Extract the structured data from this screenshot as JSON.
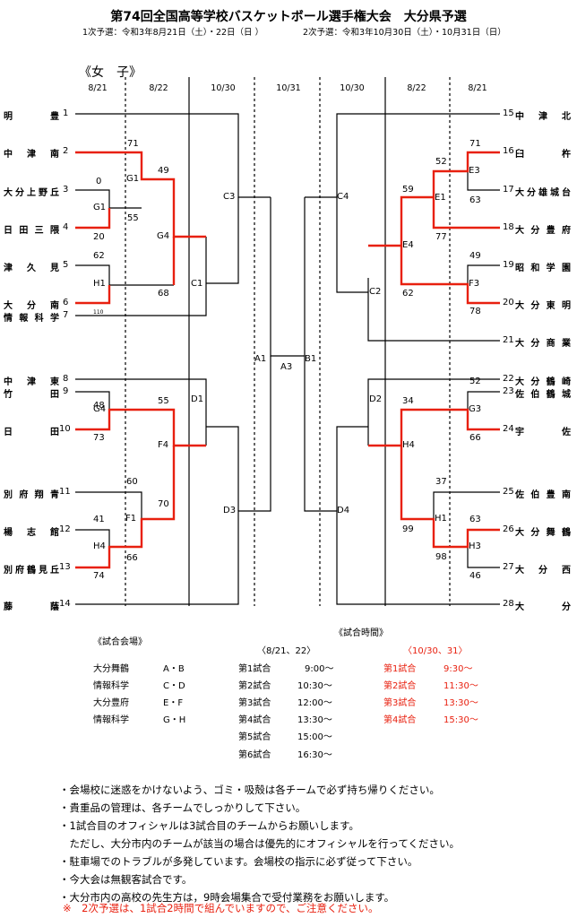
{
  "header": {
    "title": "第74回全国高等学校バスケットボール選手権大会　大分県予選",
    "sub1": "1次予選：令和3年8月21日（土）・22日（日 ）",
    "sub2": "2次予選：令和3年10月30日（土）・10月31日（日）",
    "section": "《女　子》"
  },
  "dates": [
    "8/21",
    "8/22",
    "10/30",
    "10/31",
    "10/30",
    "8/22",
    "8/21"
  ],
  "left_teams": [
    {
      "name": "明　豊",
      "seed": "1"
    },
    {
      "name": "中津南",
      "seed": "2"
    },
    {
      "name": "大分上野丘",
      "seed": "3"
    },
    {
      "name": "日田三隈",
      "seed": "4"
    },
    {
      "name": "津久見",
      "seed": "5"
    },
    {
      "name": "大分南",
      "seed": "6"
    },
    {
      "name": "情報科学",
      "seed": "7"
    },
    {
      "name": "中津東",
      "seed": "8"
    },
    {
      "name": "竹　田",
      "seed": "9"
    },
    {
      "name": "日　田",
      "seed": "10"
    },
    {
      "name": "別府翔青",
      "seed": "11"
    },
    {
      "name": "楊志館",
      "seed": "12"
    },
    {
      "name": "別府鶴見丘",
      "seed": "13"
    },
    {
      "name": "藤　蔭",
      "seed": "14"
    }
  ],
  "right_teams": [
    {
      "name": "中津北",
      "seed": "15"
    },
    {
      "name": "臼　杵",
      "seed": "16"
    },
    {
      "name": "大分雄城台",
      "seed": "17"
    },
    {
      "name": "大分豊府",
      "seed": "18"
    },
    {
      "name": "昭和学園",
      "seed": "19"
    },
    {
      "name": "大分東明",
      "seed": "20"
    },
    {
      "name": "大分商業",
      "seed": "21"
    },
    {
      "name": "大分鶴崎",
      "seed": "22"
    },
    {
      "name": "佐伯鶴城",
      "seed": "23"
    },
    {
      "name": "宇　佐",
      "seed": "24"
    },
    {
      "name": "佐伯豊南",
      "seed": "25"
    },
    {
      "name": "大分舞鶴",
      "seed": "26"
    },
    {
      "name": "大　分　西",
      "seed": "27"
    },
    {
      "name": "大　分",
      "seed": "28"
    }
  ],
  "game_labels": {
    "G1a": "G1",
    "G1b": "G1",
    "G4a": "G4",
    "G4b": "G4",
    "H1": "H1",
    "C1": "C1",
    "C3": "C3",
    "F4": "F4",
    "F1": "F1",
    "H4": "H4",
    "D1": "D1",
    "D3": "D3",
    "A1": "A1",
    "A3": "A3",
    "B1": "B1",
    "E3": "E3",
    "E1": "E1",
    "E4": "E4",
    "F3": "F3",
    "C2": "C2",
    "C4": "C4",
    "G3": "G3",
    "H4r": "H4",
    "H1r": "H1",
    "H3": "H3",
    "D2": "D2",
    "D4": "D4"
  },
  "scores": {
    "s71a": "71",
    "s49": "49",
    "s0": "0",
    "s55a": "55",
    "s20": "20",
    "s62a": "62",
    "s68": "68",
    "s110": "110",
    "s48": "48",
    "s55b": "55",
    "s73": "73",
    "s60": "60",
    "s70": "70",
    "s41": "41",
    "s66a": "66",
    "s74": "74",
    "s71b": "71",
    "s52a": "52",
    "s63a": "63",
    "s59": "59",
    "s77": "77",
    "s49b": "49",
    "s78": "78",
    "s62b": "62",
    "s52b": "52",
    "s34": "34",
    "s66b": "66",
    "s37": "37",
    "s63b": "63",
    "s99": "99",
    "s98": "98",
    "s46": "46"
  },
  "venues": {
    "heading": "《試合会場》",
    "rows": [
      {
        "place": "大分舞鶴",
        "courts": "A・B"
      },
      {
        "place": "情報科学",
        "courts": "C・D"
      },
      {
        "place": "大分豊府",
        "courts": "E・F"
      },
      {
        "place": "情報科学",
        "courts": "G・H"
      }
    ]
  },
  "times": {
    "heading": "《試合時間》",
    "col1_head": "〈8/21、22〉",
    "col1": [
      {
        "game": "第1試合",
        "time": "9:00〜"
      },
      {
        "game": "第2試合",
        "time": "10:30〜"
      },
      {
        "game": "第3試合",
        "time": "12:00〜"
      },
      {
        "game": "第4試合",
        "time": "13:30〜"
      },
      {
        "game": "第5試合",
        "time": "15:00〜"
      },
      {
        "game": "第6試合",
        "time": "16:30〜"
      }
    ],
    "col2_head": "〈10/30、31〉",
    "col2": [
      {
        "game": "第1試合",
        "time": "9:30〜"
      },
      {
        "game": "第2試合",
        "time": "11:30〜"
      },
      {
        "game": "第3試合",
        "time": "13:30〜"
      },
      {
        "game": "第4試合",
        "time": "15:30〜"
      }
    ]
  },
  "notes": [
    "・会場校に迷惑をかけないよう、ゴミ・吸殻は各チームで必ず持ち帰りください。",
    "・貴重品の管理は、各チームでしっかりして下さい。",
    "・1試合目のオフィシャルは3試合目のチームからお願いします。",
    "　ただし、大分市内のチームが該当の場合は優先的にオフィシャルを行ってください。",
    "・駐車場でのトラブルが多発しています。会場校の指示に必ず従って下さい。",
    "・今大会は無観客試合です。",
    "・大分市内の高校の先生方は，9時会場集合で受付業務をお願いします。"
  ],
  "red_note": "※　2次予選は、1試合2時間で組んでいますので、ご注意ください。",
  "colors": {
    "line": "#000000",
    "winner": "#e8200f"
  }
}
